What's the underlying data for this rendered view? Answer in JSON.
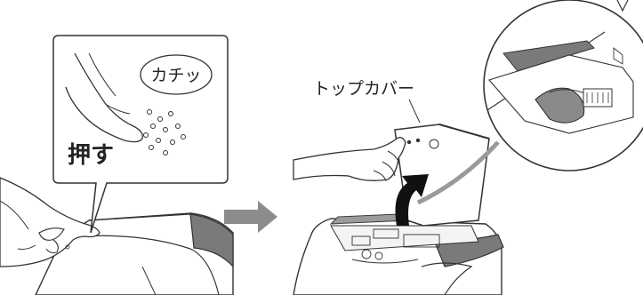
{
  "labels": {
    "click_sound": "カチッ",
    "push": "押す",
    "top_cover": "トップカバー"
  },
  "colors": {
    "outline": "#333333",
    "arrow_gray": "#8c8c8c",
    "lid_strip": "#7a7a7a",
    "shadow_gray": "#9a9a9a",
    "black_arrow": "#111111"
  },
  "icons": {
    "step_arrow": "right-arrow",
    "open_arrow": "curved-up-arrow"
  }
}
